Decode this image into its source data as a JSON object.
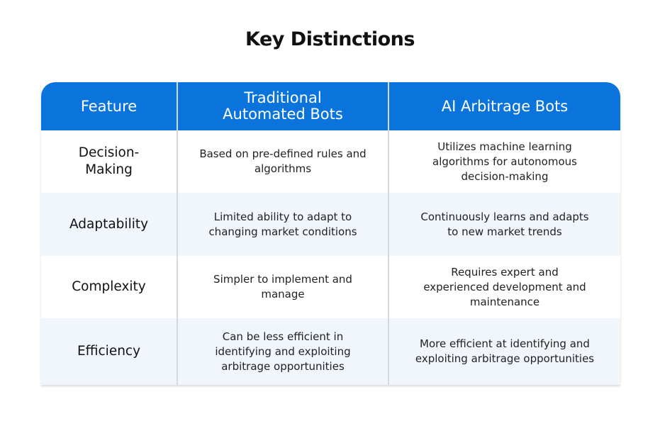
{
  "title": "Key Distinctions",
  "headers": [
    "Feature",
    "Traditional Automated Bots",
    "AI Arbitrage Bots"
  ],
  "rows": [
    {
      "feature": "Decision-Making",
      "traditional": "Based on pre-defined rules and algorithms",
      "ai": "Utilizes machine learning algorithms for autonomous decision-making"
    },
    {
      "feature": "Adaptability",
      "traditional": "Limited ability to adapt to changing market conditions",
      "ai": "Continuously learns and adapts to new market trends"
    },
    {
      "feature": "Complexity",
      "traditional": "Simpler to implement and manage",
      "ai": "Requires expert and experienced development and maintenance"
    },
    {
      "feature": "Efficiency",
      "traditional": "Can be less efficient in identifying and exploiting arbitrage opportunities",
      "ai": "More efficient at identifying and exploiting arbitrage opportunities"
    }
  ]
}
